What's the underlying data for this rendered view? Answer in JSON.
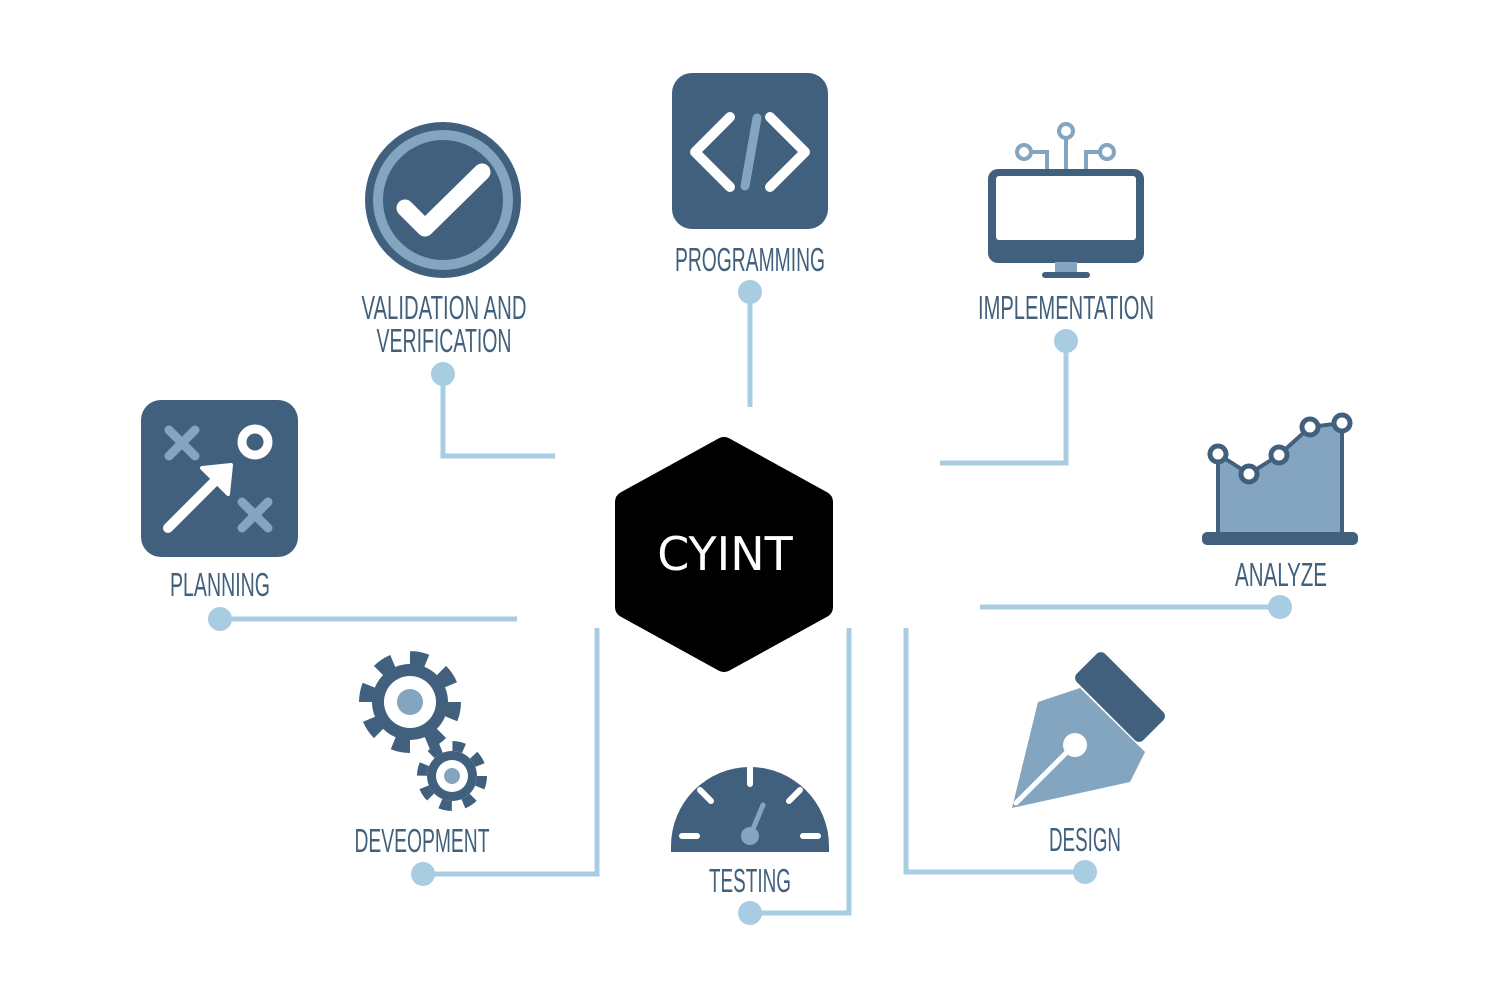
{
  "center": {
    "label": "CYINT"
  },
  "colors": {
    "dark": "#41607d",
    "mid": "#84a5bf",
    "connector": "#a8cce2",
    "hub": "#000000"
  },
  "nodes": {
    "validation": {
      "line1": "VALIDATION AND",
      "line2": "VERIFICATION",
      "icon": "check-circle-icon"
    },
    "programming": {
      "label": "PROGRAMMING",
      "icon": "code-icon"
    },
    "implementation": {
      "label": "IMPLEMENTATION",
      "icon": "monitor-icon"
    },
    "planning": {
      "label": "PLANNING",
      "icon": "strategy-board-icon"
    },
    "analyze": {
      "label": "ANALYZE",
      "icon": "area-chart-icon"
    },
    "development": {
      "label": "DEVEOPMENT",
      "icon": "gears-icon"
    },
    "testing": {
      "label": "TESTING",
      "icon": "gauge-icon"
    },
    "design": {
      "label": "DESIGN",
      "icon": "pen-nib-icon"
    }
  }
}
